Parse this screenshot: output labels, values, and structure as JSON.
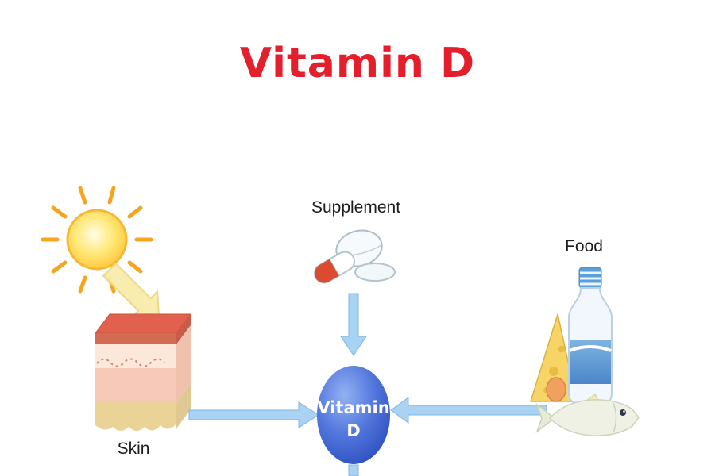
{
  "title": "Vitamin D",
  "center_node": {
    "line1": "Vitamin",
    "line2": "D"
  },
  "sources": {
    "supplement": {
      "label": "Supplement"
    },
    "food": {
      "label": "Food"
    },
    "skin": {
      "label": "Skin"
    }
  },
  "colors": {
    "title-red": "#e41e2a",
    "arrow-blue": "#a9d2f3",
    "arrow-blue-stroke": "#7fb5e4",
    "node-blue-dark": "#2a4cbd",
    "sun-orange": "#f5a51f",
    "cheese-yellow": "#f6d566",
    "capsule-red": "#dc4a2f"
  }
}
